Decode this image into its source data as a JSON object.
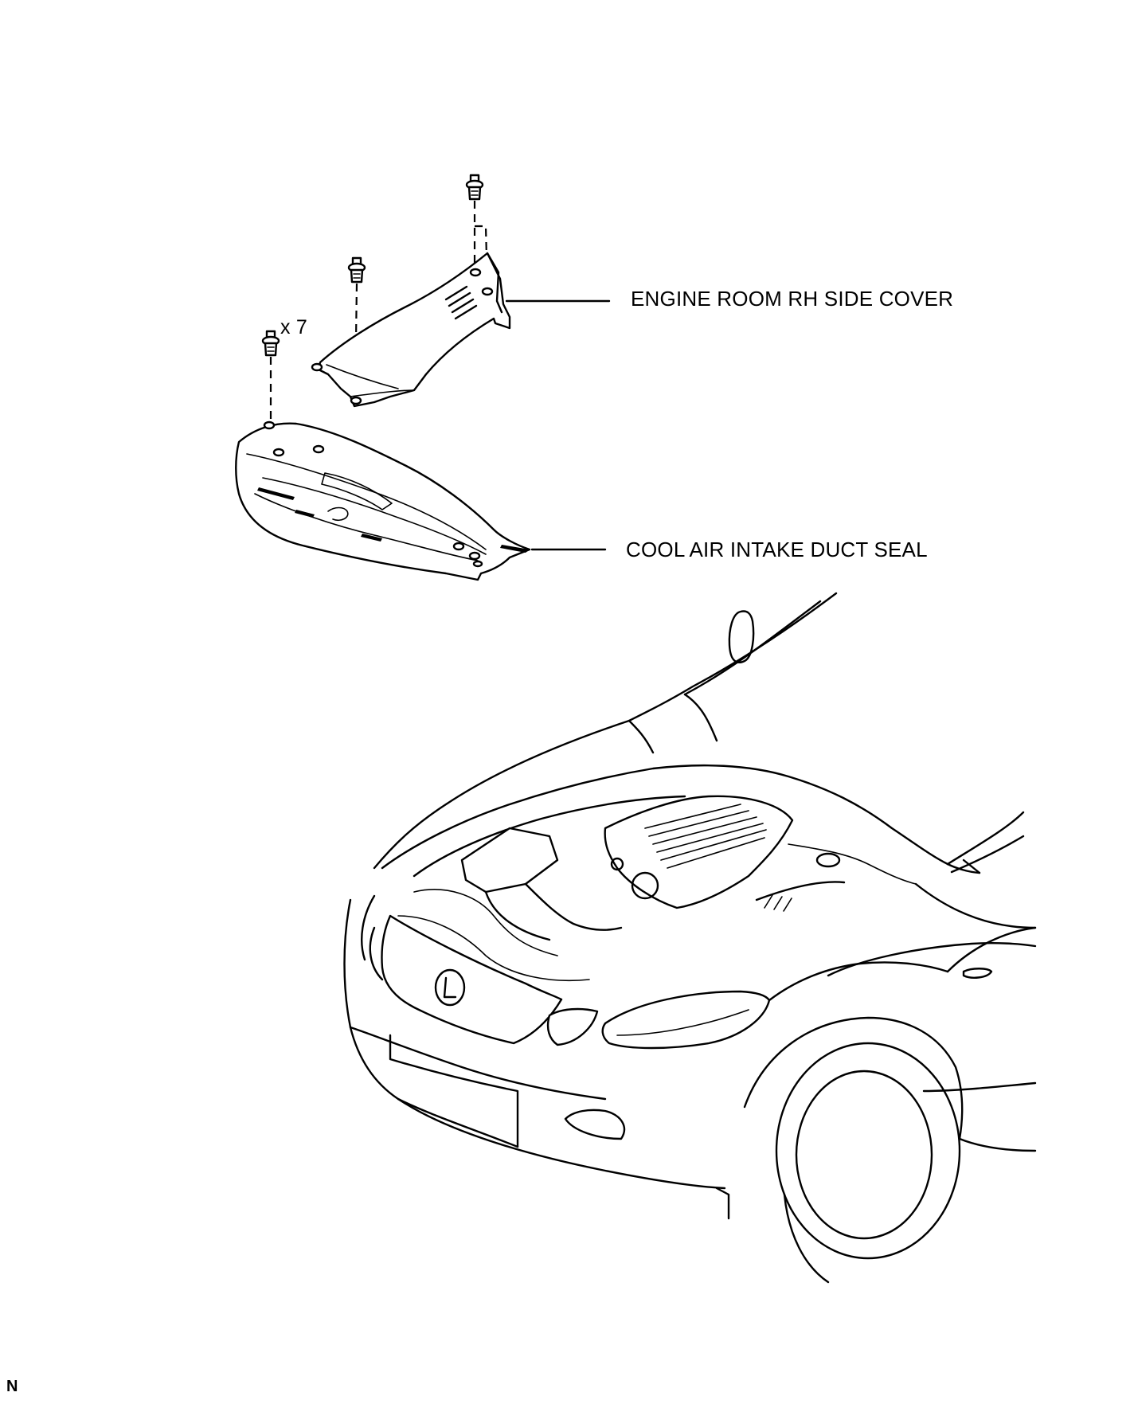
{
  "labels": {
    "engine_room_rh_side_cover": "ENGINE ROOM RH SIDE COVER",
    "cool_air_intake_duct_seal": "COOL AIR INTAKE DUCT SEAL",
    "clip_quantity": "x 7",
    "corner_code": "N"
  },
  "colors": {
    "line": "#000000",
    "background": "#ffffff"
  },
  "icons": [
    "clip-icon",
    "lexus-emblem-icon"
  ]
}
